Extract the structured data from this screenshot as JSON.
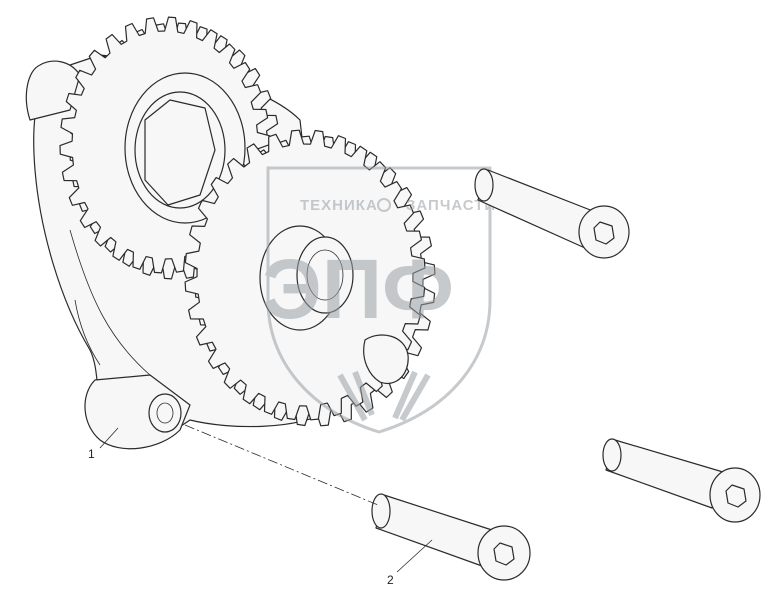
{
  "diagram": {
    "callouts": [
      {
        "id": "1",
        "label": "1"
      },
      {
        "id": "2",
        "label": "2"
      }
    ],
    "watermark": {
      "top_text_left": "ТЕХНИКА",
      "top_text_right": "ЗАПЧАСТИ",
      "logo_text": "ЭПФ",
      "color": "#9aa0a6"
    },
    "colors": {
      "line": "#2b2b2b",
      "fill": "#f7f7f7",
      "background": "#ffffff"
    }
  }
}
